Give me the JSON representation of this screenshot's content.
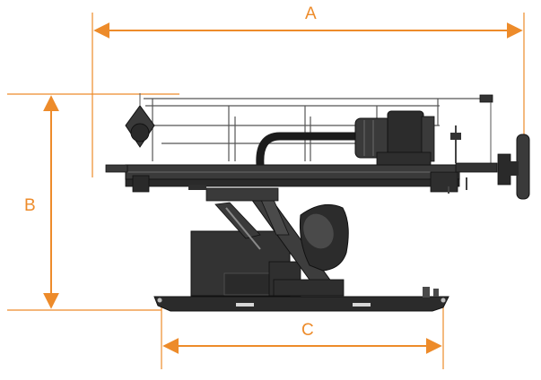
{
  "dimensions": {
    "a": "A",
    "b": "B",
    "c": "C"
  },
  "colors": {
    "dimension": "#ED8B2A",
    "machine_dark": "#2e2e2e",
    "machine_mid": "#5a5a5a",
    "machine_light": "#9a9a9a"
  }
}
